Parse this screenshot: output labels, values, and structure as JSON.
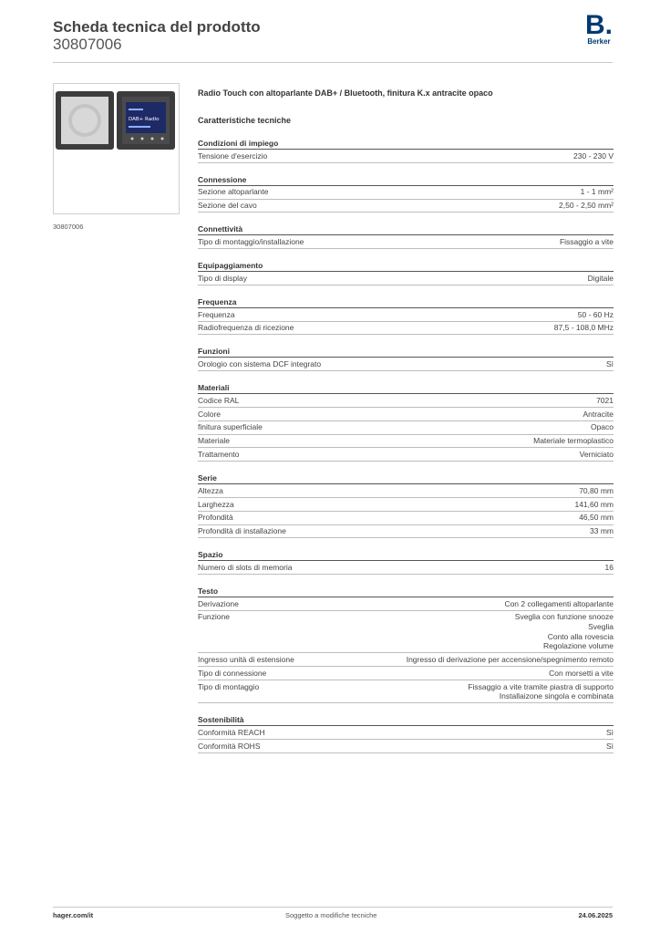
{
  "header": {
    "title": "Scheda tecnica del prodotto",
    "code": "30807006",
    "brand_letter": "B.",
    "brand_name": "Berker"
  },
  "image": {
    "caption": "30807006",
    "screen_text": "DAB+ Radio"
  },
  "product": {
    "title": "Radio Touch con altoparlante DAB+ / Bluetooth, finitura K.x antracite opaco",
    "spec_heading": "Caratteristiche tecniche"
  },
  "groups": [
    {
      "title": "Condizioni di impiego",
      "rows": [
        {
          "label": "Tensione d'esercizio",
          "value": [
            "230 - 230 V"
          ]
        }
      ]
    },
    {
      "title": "Connessione",
      "rows": [
        {
          "label": "Sezione altoparlante",
          "value": [
            "1 - 1 mm²"
          ]
        },
        {
          "label": "Sezione del cavo",
          "value": [
            "2,50 - 2,50 mm²"
          ]
        }
      ]
    },
    {
      "title": "Connettività",
      "rows": [
        {
          "label": "Tipo di montaggio/installazione",
          "value": [
            "Fissaggio a vite"
          ]
        }
      ]
    },
    {
      "title": "Equipaggiamento",
      "rows": [
        {
          "label": "Tipo di display",
          "value": [
            "Digitale"
          ]
        }
      ]
    },
    {
      "title": "Frequenza",
      "rows": [
        {
          "label": "Frequenza",
          "value": [
            "50 - 60 Hz"
          ]
        },
        {
          "label": "Radiofrequenza di ricezione",
          "value": [
            "87,5 - 108,0 MHz"
          ]
        }
      ]
    },
    {
      "title": "Funzioni",
      "rows": [
        {
          "label": "Orologio con sistema DCF integrato",
          "value": [
            "Sì"
          ]
        }
      ]
    },
    {
      "title": "Materiali",
      "rows": [
        {
          "label": "Codice RAL",
          "value": [
            "7021"
          ]
        },
        {
          "label": "Colore",
          "value": [
            "Antracite"
          ]
        },
        {
          "label": "finitura superficiale",
          "value": [
            "Opaco"
          ]
        },
        {
          "label": "Materiale",
          "value": [
            "Materiale termoplastico"
          ]
        },
        {
          "label": "Trattamento",
          "value": [
            "Verniciato"
          ]
        }
      ]
    },
    {
      "title": "Serie",
      "rows": [
        {
          "label": "Altezza",
          "value": [
            "70,80 mm"
          ]
        },
        {
          "label": "Larghezza",
          "value": [
            "141,60 mm"
          ]
        },
        {
          "label": "Profondità",
          "value": [
            "46,50 mm"
          ]
        },
        {
          "label": "Profondità di installazione",
          "value": [
            "33 mm"
          ]
        }
      ]
    },
    {
      "title": "Spazio",
      "rows": [
        {
          "label": "Numero di slots di memoria",
          "value": [
            "16"
          ]
        }
      ]
    },
    {
      "title": "Testo",
      "rows": [
        {
          "label": "Derivazione",
          "value": [
            "Con 2 collegamenti altoparlante"
          ]
        },
        {
          "label": "Funzione",
          "value": [
            "Sveglia con funzione snooze",
            "Sveglia",
            "Conto alla rovescia",
            "Regolazione volume"
          ]
        },
        {
          "label": "Ingresso unità di estensione",
          "value": [
            "Ingresso di derivazione per accensione/spegnimento remoto"
          ]
        },
        {
          "label": "Tipo di connessione",
          "value": [
            "Con morsetti a vite"
          ]
        },
        {
          "label": "Tipo di montaggio",
          "value": [
            "Fissaggio a vite tramite piastra di supporto",
            "Installaizone singola e combinata"
          ]
        }
      ]
    },
    {
      "title": "Sostenibilità",
      "rows": [
        {
          "label": "Conformità REACH",
          "value": [
            "Sì"
          ]
        },
        {
          "label": "Conformità ROHS",
          "value": [
            "Sì"
          ]
        }
      ]
    }
  ],
  "footer": {
    "left": "hager.com/it",
    "middle": "Soggetto a modifiche tecniche",
    "right": "24.06.2025"
  }
}
